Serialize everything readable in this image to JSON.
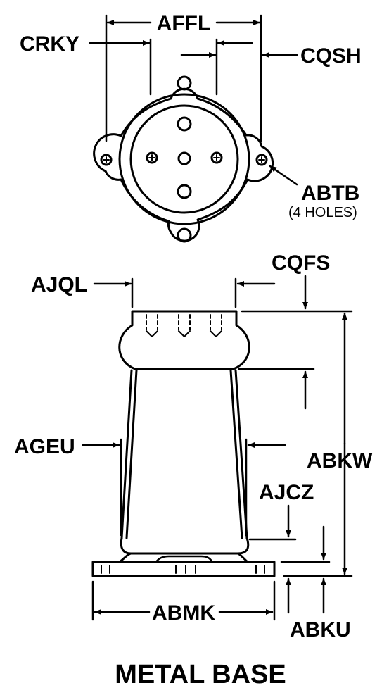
{
  "labels": {
    "affl": "AFFL",
    "crky": "CRKY",
    "cqsh": "CQSH",
    "abtb": "ABTB",
    "abtb_note": "(4 HOLES)",
    "ajql": "AJQL",
    "cqfs": "CQFS",
    "ageu": "AGEU",
    "abkw": "ABKW",
    "ajcz": "AJCZ",
    "abmk": "ABMK",
    "abku": "ABKU"
  },
  "title": "METAL BASE"
}
